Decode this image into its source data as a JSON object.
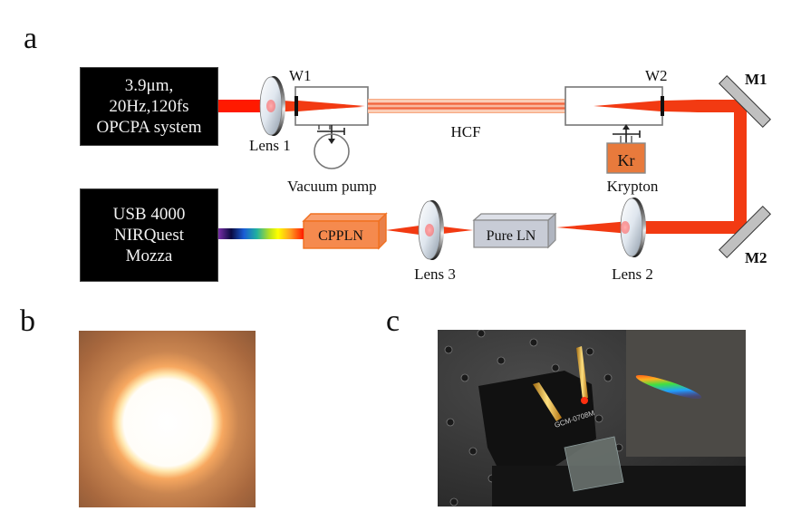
{
  "panels": {
    "a": "a",
    "b": "b",
    "c": "c"
  },
  "source": {
    "lines": [
      "3.9μm,",
      "20Hz,120fs",
      "OPCPA system"
    ]
  },
  "spectrometer": {
    "lines": [
      "USB 4000",
      "NIRQuest",
      "Mozza"
    ]
  },
  "labels": {
    "lens1": "Lens 1",
    "lens2": "Lens 2",
    "lens3": "Lens 3",
    "w1": "W1",
    "w2": "W2",
    "hcf": "HCF",
    "vacuum_pump": "Vacuum pump",
    "kr": "Kr",
    "krypton": "Krypton",
    "m1": "M1",
    "m2": "M2",
    "pure_ln": "Pure LN",
    "cppln": "CPPLN"
  },
  "photo_c": {
    "device_label": "GCM-0708M"
  },
  "colors": {
    "beam": "#f23a12",
    "beam_bright": "#ff1a00",
    "crystal_orange": "#f58a4e",
    "crystal_gray": "#c8ccd6",
    "kr_bottle": "#e87a3c",
    "mirror": "#c0c0c0"
  }
}
